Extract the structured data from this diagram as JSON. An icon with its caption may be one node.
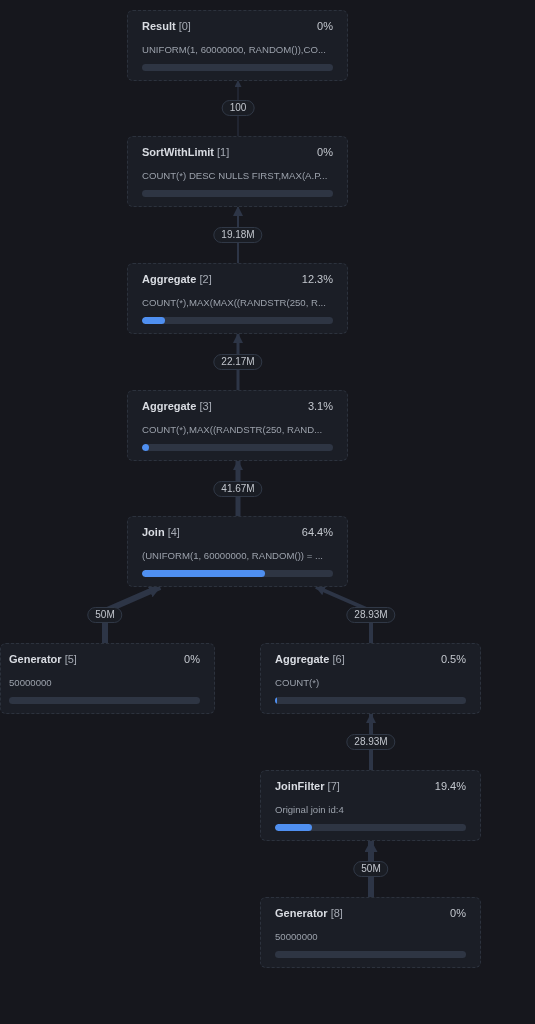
{
  "diagram": {
    "nodes": [
      {
        "text": [
          "**Result** [0]",
          "0%",
          "UNIFORM(1, 60000000, RANDOM()),CO..."
        ]
      },
      {
        "text": [
          "**SortWithLimit** [1]",
          "0%",
          "COUNT(*) DESC NULLS FIRST,MAX(A.P..."
        ]
      },
      {
        "text": [
          "**Aggregate** [2]",
          "12.3%",
          "COUNT(*),MAX(MAX((RANDSTR(250, R..."
        ]
      },
      {
        "text": [
          "**Aggregate** [3]",
          "3.1%",
          "COUNT(*),MAX((RANDSTR(250, RAND..."
        ]
      },
      {
        "text": [
          "**Join** [4]",
          "64.4%",
          "(UNIFORM(1, 60000000, RANDOM()) = ..."
        ]
      },
      {
        "text": [
          "**Generator** [5]",
          "0%",
          "50000000"
        ]
      },
      {
        "text": [
          "**Aggregate** [6]",
          "0.5%",
          "COUNT(*)"
        ]
      },
      {
        "text": [
          "**JoinFilter** [7]",
          "19.4%",
          "Original join id:4"
        ]
      },
      {
        "text": [
          "**Generator** [8]",
          "0%",
          "50000000"
        ]
      }
    ],
    "edges": [
      {
        "from": 1,
        "to": 0,
        "arrow": "to",
        "label": "100"
      },
      {
        "from": 2,
        "to": 1,
        "arrow": "to",
        "label": "19.18M"
      },
      {
        "from": 3,
        "to": 2,
        "arrow": "to",
        "label": "22.17M"
      },
      {
        "from": 4,
        "to": 3,
        "arrow": "to",
        "label": "41.67M"
      },
      {
        "from": 5,
        "to": 4,
        "arrow": "to",
        "label": "50M"
      },
      {
        "from": 6,
        "to": 4,
        "arrow": "to",
        "label": "28.93M"
      },
      {
        "from": 7,
        "to": 6,
        "arrow": "to",
        "label": "28.93M"
      },
      {
        "from": 8,
        "to": 7,
        "arrow": "to",
        "label": "50M"
      }
    ]
  }
}
